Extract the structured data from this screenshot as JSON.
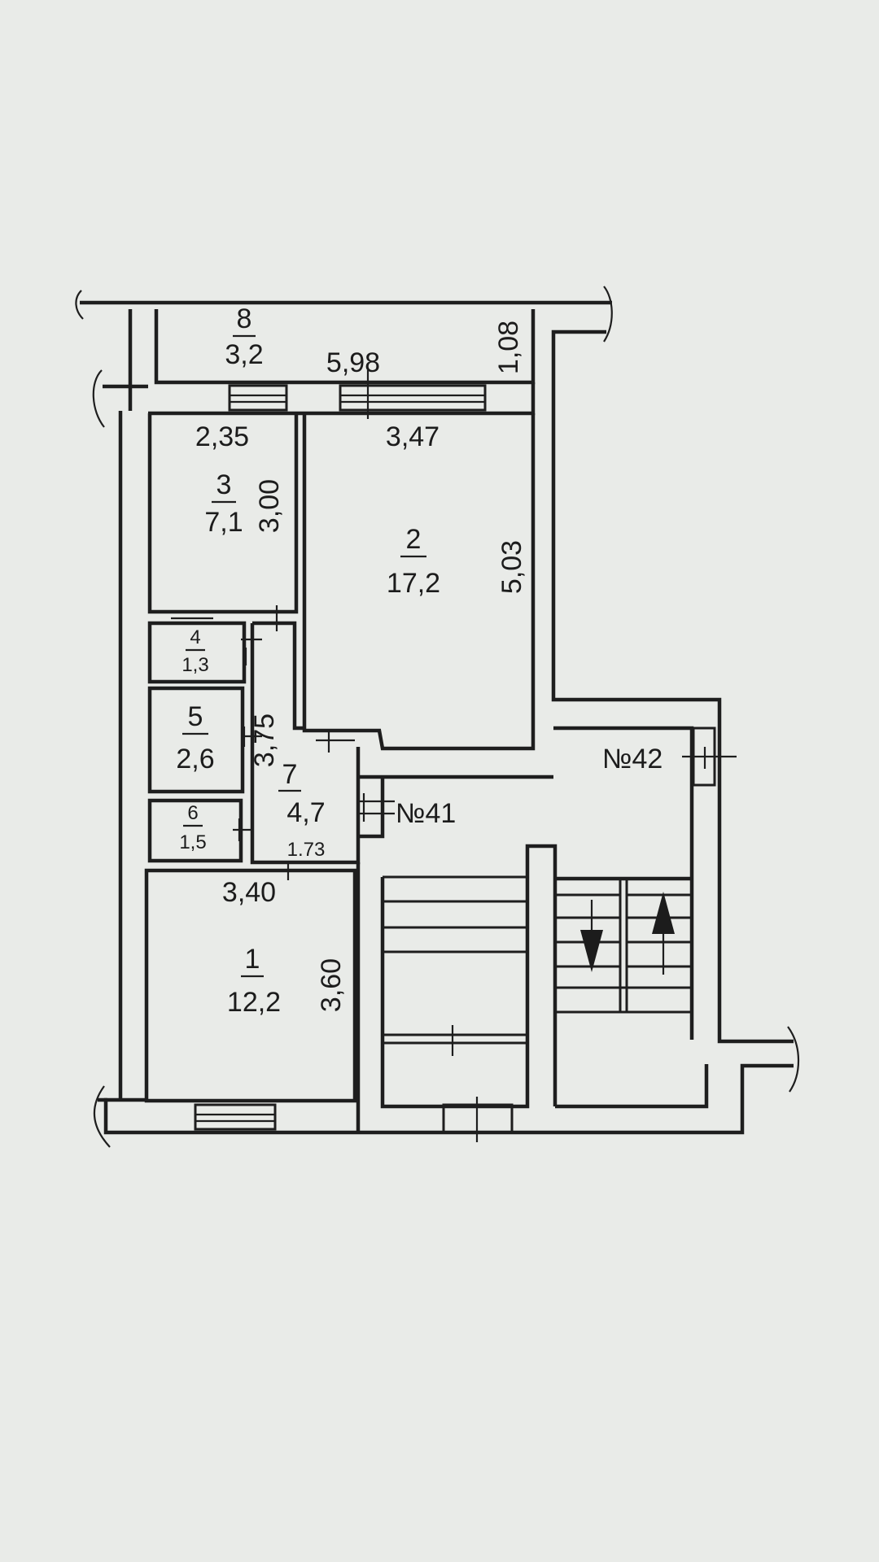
{
  "colors": {
    "paper": "#e9ebe8",
    "ink": "#1e1e1e"
  },
  "rooms": [
    {
      "number": "8",
      "area": "3,2"
    },
    {
      "number": "3",
      "area": "7,1"
    },
    {
      "number": "2",
      "area": "17,2"
    },
    {
      "number": "4",
      "area": "1,3"
    },
    {
      "number": "5",
      "area": "2,6"
    },
    {
      "number": "6",
      "area": "1,5"
    },
    {
      "number": "7",
      "area": "4,7"
    },
    {
      "number": "1",
      "area": "12,2"
    }
  ],
  "dimensions": {
    "d598": "5,98",
    "d108": "1,08",
    "d235": "2,35",
    "d347": "3,47",
    "d300": "3,00",
    "d503": "5,03",
    "d375": "3,75",
    "d173": "1.73",
    "d340": "3,40",
    "d360": "3,60"
  },
  "apartments": {
    "a41": "№41",
    "a42": "№42"
  },
  "icons": {
    "down": "arrow-down-icon",
    "up": "arrow-up-icon"
  }
}
